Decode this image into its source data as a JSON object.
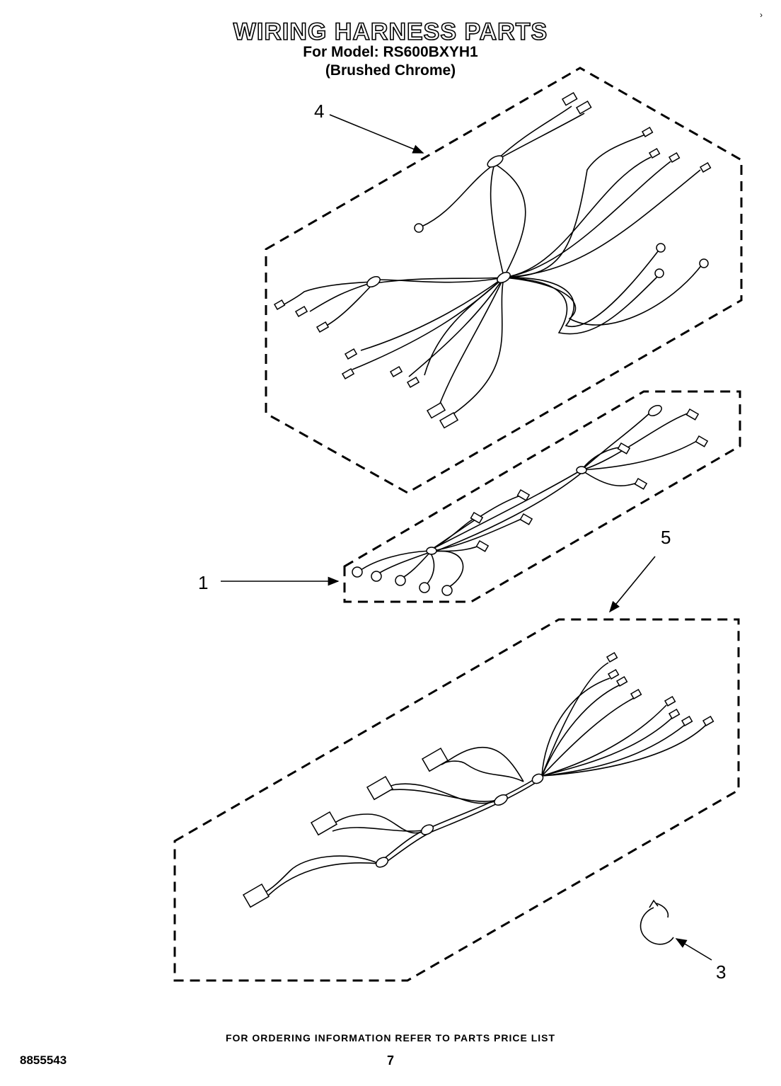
{
  "header": {
    "title": "WIRING HARNESS PARTS",
    "model_line": "For Model: RS600BXYH1",
    "finish_line": "(Brushed Chrome)"
  },
  "callouts": {
    "part_1": "1",
    "part_3": "3",
    "part_4": "4",
    "part_5": "5"
  },
  "footer": {
    "ordering_note": "FOR ORDERING INFORMATION REFER TO PARTS PRICE LIST",
    "doc_number": "8855543",
    "page_number": "7"
  }
}
